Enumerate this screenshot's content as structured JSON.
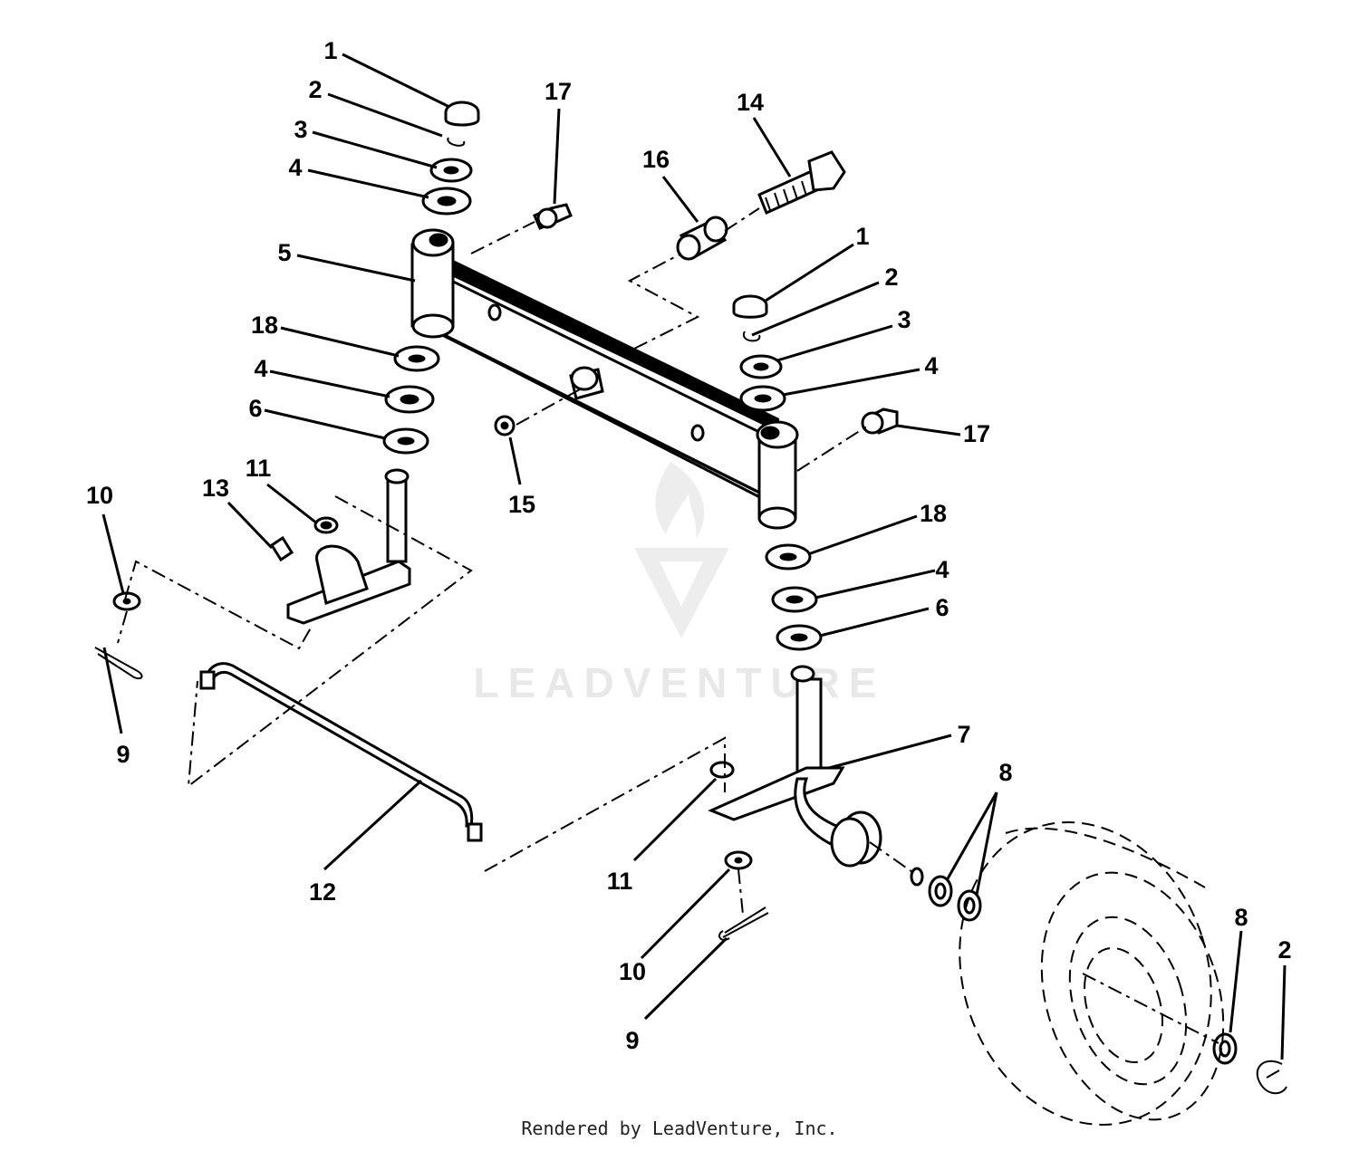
{
  "watermark": {
    "text": "LEADVENTURE"
  },
  "footer": {
    "text": "Rendered by LeadVenture, Inc."
  },
  "callouts": [
    {
      "id": "c1a",
      "label": "1"
    },
    {
      "id": "c2a",
      "label": "2"
    },
    {
      "id": "c3a",
      "label": "3"
    },
    {
      "id": "c4a",
      "label": "4"
    },
    {
      "id": "c5",
      "label": "5"
    },
    {
      "id": "c18a",
      "label": "18"
    },
    {
      "id": "c4b",
      "label": "4"
    },
    {
      "id": "c6a",
      "label": "6"
    },
    {
      "id": "c17a",
      "label": "17"
    },
    {
      "id": "c16",
      "label": "16"
    },
    {
      "id": "c14",
      "label": "14"
    },
    {
      "id": "c1b",
      "label": "1"
    },
    {
      "id": "c2b",
      "label": "2"
    },
    {
      "id": "c3b",
      "label": "3"
    },
    {
      "id": "c4c",
      "label": "4"
    },
    {
      "id": "c17b",
      "label": "17"
    },
    {
      "id": "c15",
      "label": "15"
    },
    {
      "id": "c10a",
      "label": "10"
    },
    {
      "id": "c13",
      "label": "13"
    },
    {
      "id": "c11a",
      "label": "11"
    },
    {
      "id": "c9a",
      "label": "9"
    },
    {
      "id": "c18b",
      "label": "18"
    },
    {
      "id": "c4d",
      "label": "4"
    },
    {
      "id": "c6b",
      "label": "6"
    },
    {
      "id": "c7",
      "label": "7"
    },
    {
      "id": "c8a",
      "label": "8"
    },
    {
      "id": "c12",
      "label": "12"
    },
    {
      "id": "c11b",
      "label": "11"
    },
    {
      "id": "c10b",
      "label": "10"
    },
    {
      "id": "c9b",
      "label": "9"
    },
    {
      "id": "c8b",
      "label": "8"
    },
    {
      "id": "c2c",
      "label": "2"
    }
  ]
}
